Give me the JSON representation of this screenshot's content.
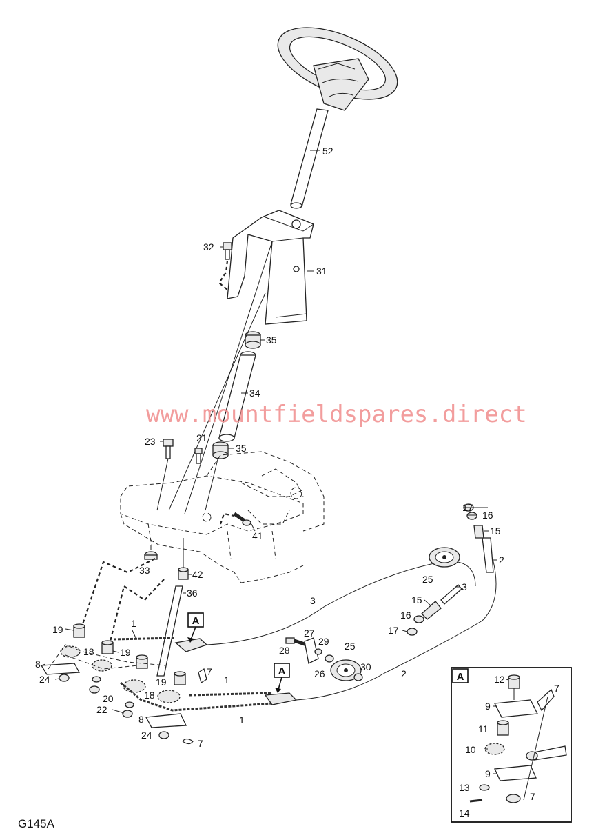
{
  "watermark": "www.mountfieldspares.direct",
  "drawing_code": "G145A",
  "detail_box": {
    "ref": "A"
  },
  "callouts": {
    "c52": "52",
    "c31": "31",
    "c32": "32",
    "c35a": "35",
    "c34": "34",
    "c35b": "35",
    "c23": "23",
    "c21": "21",
    "c41": "41",
    "c33": "33",
    "c42": "42",
    "c36": "36",
    "c17a": "17",
    "c16a": "16",
    "c15a": "15",
    "c2a": "2",
    "c25a": "25",
    "c3a": "3",
    "c3b": "3",
    "c15b": "15",
    "c16b": "16",
    "c17b": "17",
    "c19a": "19",
    "c1a": "1",
    "c18a": "18",
    "c19b": "19",
    "c8a": "8",
    "c24a": "24",
    "c20": "20",
    "c22": "22",
    "c19c": "19",
    "c7a": "7",
    "c18b": "18",
    "c1b": "1",
    "c1c": "1",
    "c8b": "8",
    "c24b": "24",
    "c7b": "7",
    "c27": "27",
    "c29": "29",
    "c28": "28",
    "c26": "26",
    "c25b": "25",
    "c30": "30",
    "c2b": "2",
    "refA1": "A",
    "refA2": "A",
    "d12": "12",
    "d7a": "7",
    "d9a": "9",
    "d11": "11",
    "d10": "10",
    "d9b": "9",
    "d13": "13",
    "d14": "14",
    "d7b": "7"
  }
}
